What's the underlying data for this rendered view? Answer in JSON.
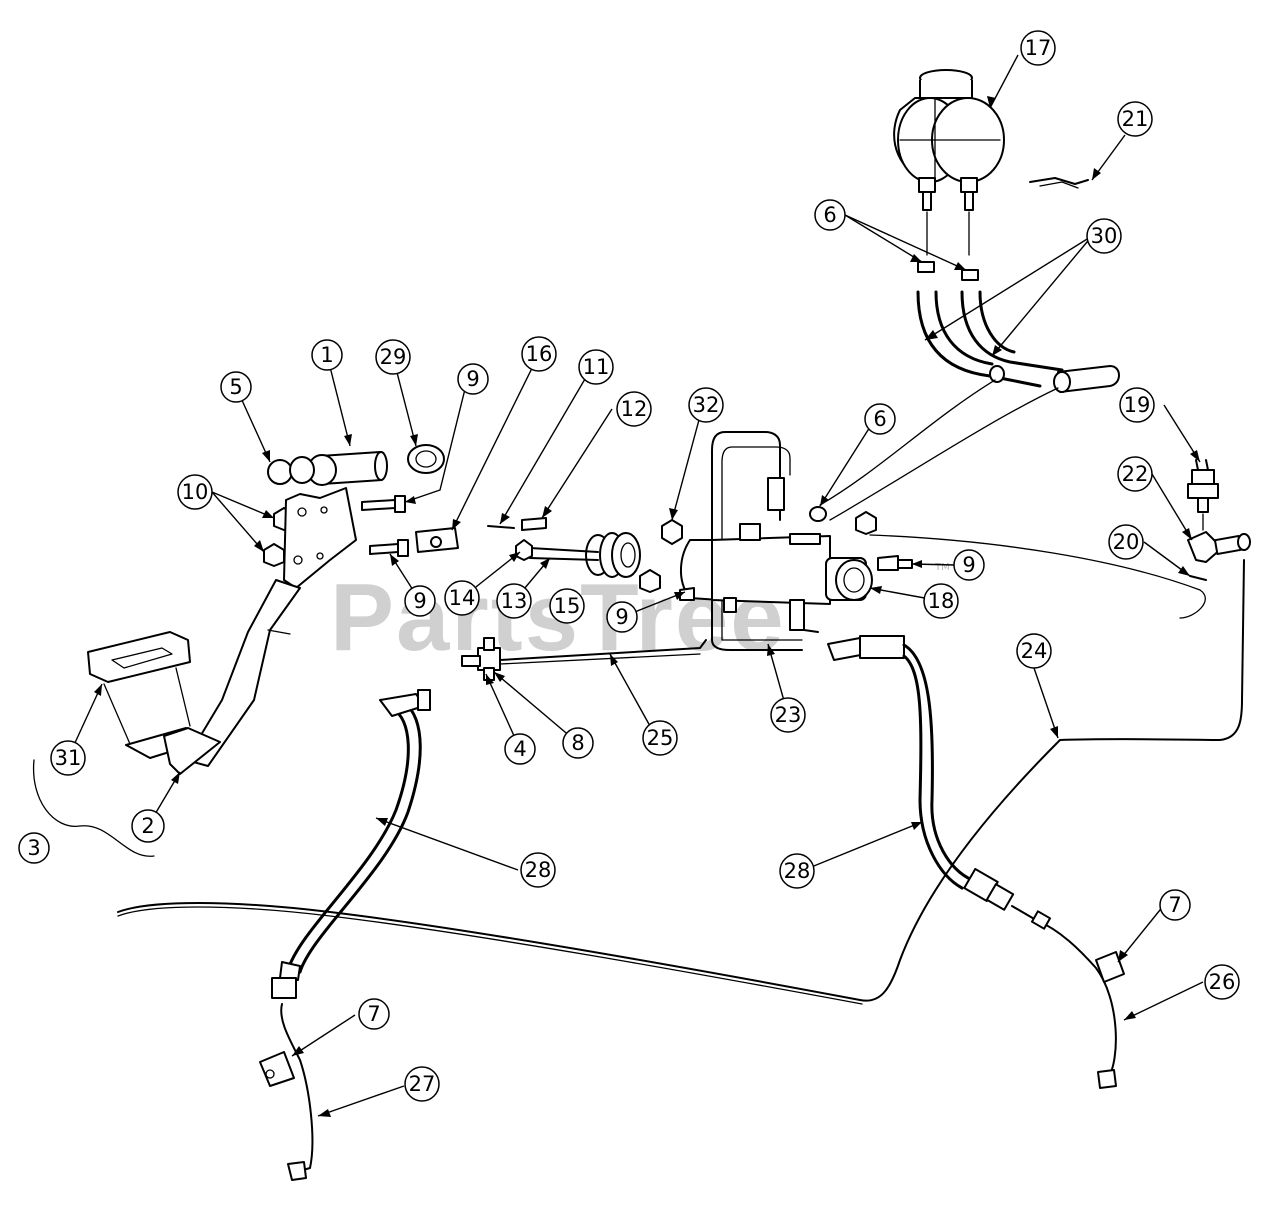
{
  "watermark": {
    "text": "PartsTree",
    "trademark": "TM"
  },
  "callouts": [
    {
      "id": "c1",
      "label": "1"
    },
    {
      "id": "c2",
      "label": "2"
    },
    {
      "id": "c3",
      "label": "3"
    },
    {
      "id": "c4",
      "label": "4"
    },
    {
      "id": "c5",
      "label": "5"
    },
    {
      "id": "c6a",
      "label": "6"
    },
    {
      "id": "c6b",
      "label": "6"
    },
    {
      "id": "c7a",
      "label": "7"
    },
    {
      "id": "c7b",
      "label": "7"
    },
    {
      "id": "c8",
      "label": "8"
    },
    {
      "id": "c9a",
      "label": "9"
    },
    {
      "id": "c9b",
      "label": "9"
    },
    {
      "id": "c9c",
      "label": "9"
    },
    {
      "id": "c9d",
      "label": "9"
    },
    {
      "id": "c10",
      "label": "10"
    },
    {
      "id": "c11",
      "label": "11"
    },
    {
      "id": "c12",
      "label": "12"
    },
    {
      "id": "c13",
      "label": "13"
    },
    {
      "id": "c14",
      "label": "14"
    },
    {
      "id": "c15",
      "label": "15"
    },
    {
      "id": "c16",
      "label": "16"
    },
    {
      "id": "c17",
      "label": "17"
    },
    {
      "id": "c18",
      "label": "18"
    },
    {
      "id": "c19",
      "label": "19"
    },
    {
      "id": "c20",
      "label": "20"
    },
    {
      "id": "c21",
      "label": "21"
    },
    {
      "id": "c22",
      "label": "22"
    },
    {
      "id": "c23",
      "label": "23"
    },
    {
      "id": "c24",
      "label": "24"
    },
    {
      "id": "c25",
      "label": "25"
    },
    {
      "id": "c26",
      "label": "26"
    },
    {
      "id": "c27",
      "label": "27"
    },
    {
      "id": "c28a",
      "label": "28"
    },
    {
      "id": "c28b",
      "label": "28"
    },
    {
      "id": "c29",
      "label": "29"
    },
    {
      "id": "c30",
      "label": "30"
    },
    {
      "id": "c31",
      "label": "31"
    },
    {
      "id": "c32",
      "label": "32"
    }
  ]
}
